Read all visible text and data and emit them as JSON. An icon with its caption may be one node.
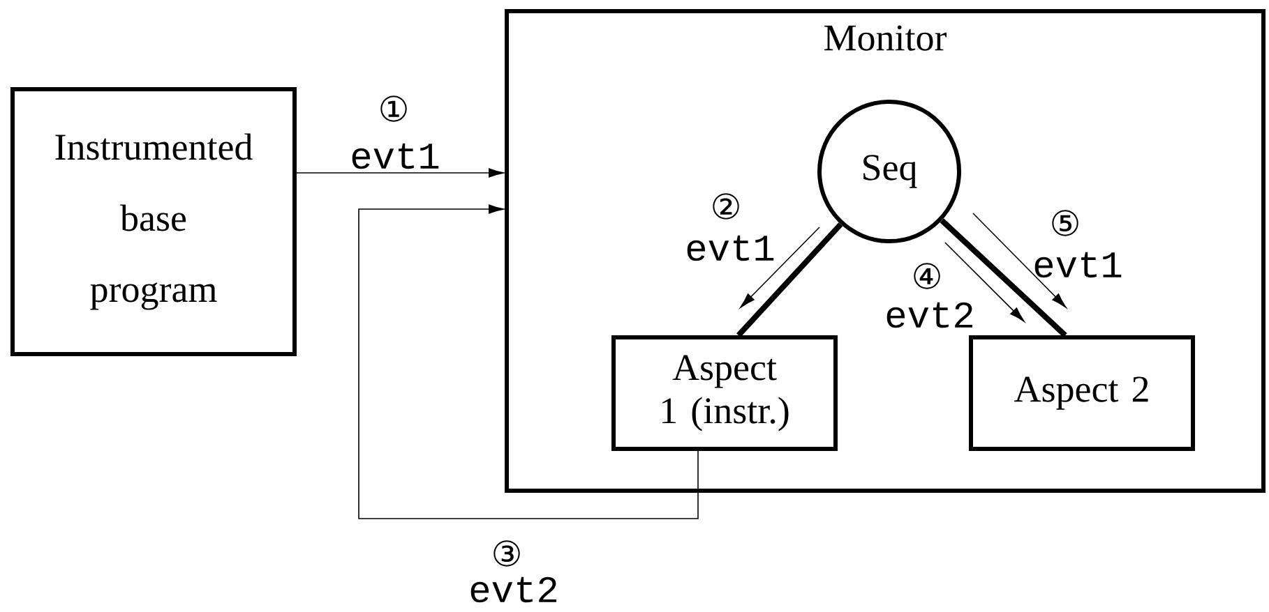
{
  "diagram": {
    "nodes": [
      {
        "text": [
          "Monitor"
        ]
      },
      {
        "text": [
          "Instrumented base program"
        ]
      },
      {
        "text": [
          "Seq"
        ],
        "in": 0
      },
      {
        "text": [
          "Aspect 1 (instr.)"
        ],
        "in": 0
      },
      {
        "text": [
          "Aspect 2"
        ],
        "in": 0
      }
    ],
    "edges": [
      {
        "from": 1,
        "to": 0,
        "arrow": "to",
        "label": "evt1"
      },
      {
        "from": 3,
        "to": 0,
        "arrow": "to",
        "label": "evt2"
      },
      {
        "from": 2,
        "to": 3,
        "arrow": "none",
        "style": "thick"
      },
      {
        "from": 2,
        "to": 4,
        "arrow": "none",
        "style": "thick"
      }
    ],
    "labels": [
      "①",
      "②",
      "evt1",
      "⑤",
      "evt1",
      "④",
      "evt2",
      "③"
    ]
  }
}
